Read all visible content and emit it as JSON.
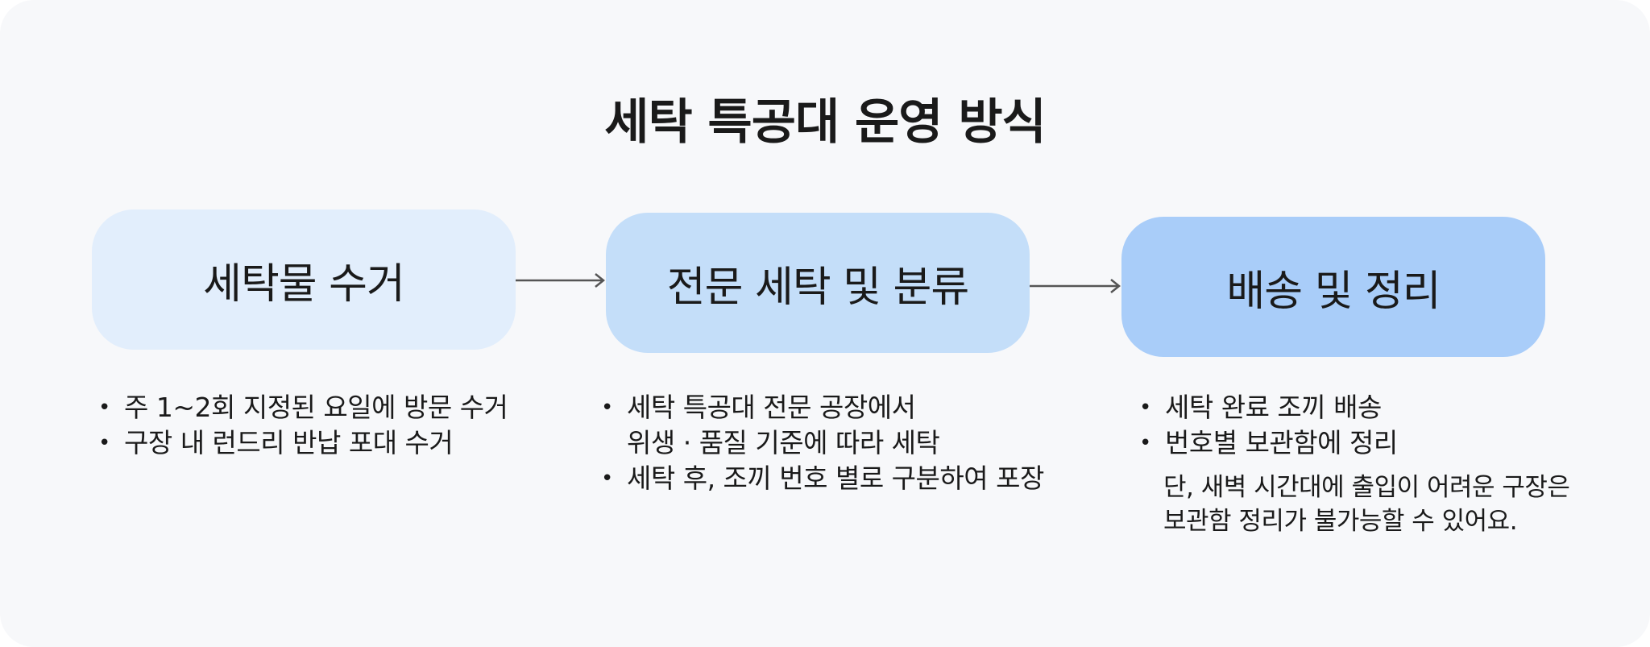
{
  "title": "세탁 특공대 운영 방식",
  "steps": [
    {
      "label": "세탁물 수거"
    },
    {
      "label": "전문 세탁 및 분류"
    },
    {
      "label": "배송 및 정리"
    }
  ],
  "details": [
    {
      "bullets": [
        [
          "주 1~2회 지정된 요일에 방문 수거"
        ],
        [
          "구장 내 런드리 반납 포대 수거"
        ]
      ]
    },
    {
      "bullets": [
        [
          "세탁 특공대 전문 공장에서",
          "위생 · 품질 기준에 따라 세탁"
        ],
        [
          "세탁 후, 조끼 번호 별로 구분하여 포장"
        ]
      ]
    },
    {
      "bullets": [
        [
          "세탁 완료 조끼 배송"
        ],
        [
          "번호별 보관함에 정리"
        ]
      ],
      "note": [
        "단, 새벽 시간대에 출입이 어려운 구장은",
        "보관함 정리가 불가능할 수 있어요."
      ]
    }
  ]
}
